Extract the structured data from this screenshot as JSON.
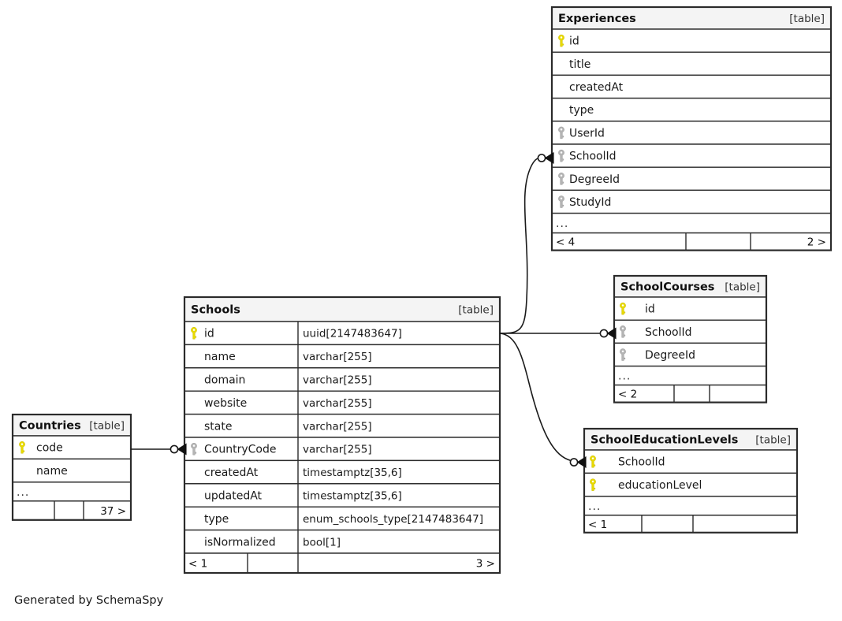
{
  "meta": {
    "generator_note": "Generated by SchemaSpy",
    "table_tag": "[table]",
    "ellipsis": "...",
    "pk_icon": "yellow-key-icon",
    "fk_icon": "gray-key-icon",
    "colors": {
      "primary_key": "#e8d900",
      "foreign_key": "#b4b4b4",
      "header_fill": "#f4f4f4",
      "border": "#2b2b2b",
      "edge": "#1a1a1a",
      "page_background": "#ffffff",
      "text": "#1a1a1a"
    }
  },
  "tables": [
    {
      "id": "experiences",
      "name": "Experiences",
      "tag": "[table]",
      "columns": [
        {
          "name": "id",
          "key": "primary",
          "type": ""
        },
        {
          "name": "title",
          "key": "none",
          "type": ""
        },
        {
          "name": "createdAt",
          "key": "none",
          "type": ""
        },
        {
          "name": "type",
          "key": "none",
          "type": ""
        },
        {
          "name": "UserId",
          "key": "foreign",
          "type": ""
        },
        {
          "name": "SchoolId",
          "key": "foreign",
          "type": ""
        },
        {
          "name": "DegreeId",
          "key": "foreign",
          "type": ""
        },
        {
          "name": "StudyId",
          "key": "foreign",
          "type": ""
        }
      ],
      "has_ellipsis_row": true,
      "footer": {
        "left": "< 4",
        "middle": "",
        "right": "2 >"
      }
    },
    {
      "id": "schools",
      "name": "Schools",
      "tag": "[table]",
      "columns": [
        {
          "name": "id",
          "key": "primary",
          "type": "uuid[2147483647]"
        },
        {
          "name": "name",
          "key": "none",
          "type": "varchar[255]"
        },
        {
          "name": "domain",
          "key": "none",
          "type": "varchar[255]"
        },
        {
          "name": "website",
          "key": "none",
          "type": "varchar[255]"
        },
        {
          "name": "state",
          "key": "none",
          "type": "varchar[255]"
        },
        {
          "name": "CountryCode",
          "key": "foreign",
          "type": "varchar[255]"
        },
        {
          "name": "createdAt",
          "key": "none",
          "type": "timestamptz[35,6]"
        },
        {
          "name": "updatedAt",
          "key": "none",
          "type": "timestamptz[35,6]"
        },
        {
          "name": "type",
          "key": "none",
          "type": "enum_schools_type[2147483647]"
        },
        {
          "name": "isNormalized",
          "key": "none",
          "type": "bool[1]"
        }
      ],
      "has_ellipsis_row": false,
      "footer": {
        "left": "< 1",
        "middle": "",
        "right": "3 >"
      }
    },
    {
      "id": "schoolcourses",
      "name": "SchoolCourses",
      "tag": "[table]",
      "columns": [
        {
          "name": "id",
          "key": "primary",
          "type": ""
        },
        {
          "name": "SchoolId",
          "key": "foreign",
          "type": ""
        },
        {
          "name": "DegreeId",
          "key": "foreign",
          "type": ""
        }
      ],
      "has_ellipsis_row": true,
      "footer": {
        "left": "< 2",
        "middle": "",
        "right": ""
      }
    },
    {
      "id": "schooleducationlevels",
      "name": "SchoolEducationLevels",
      "tag": "[table]",
      "columns": [
        {
          "name": "SchoolId",
          "key": "primary",
          "type": ""
        },
        {
          "name": "educationLevel",
          "key": "primary",
          "type": ""
        }
      ],
      "has_ellipsis_row": true,
      "footer": {
        "left": "< 1",
        "middle": "",
        "right": ""
      }
    },
    {
      "id": "countries",
      "name": "Countries",
      "tag": "[table]",
      "columns": [
        {
          "name": "code",
          "key": "primary",
          "type": ""
        },
        {
          "name": "name",
          "key": "none",
          "type": ""
        }
      ],
      "has_ellipsis_row": true,
      "footer": {
        "left": "",
        "middle": "",
        "right": "37 >"
      }
    }
  ],
  "relationships": [
    {
      "id": "schools-experiences",
      "from_table": "Schools",
      "from_column": "id",
      "to_table": "Experiences",
      "to_column": "SchoolId"
    },
    {
      "id": "schools-schoolcourses",
      "from_table": "Schools",
      "from_column": "id",
      "to_table": "SchoolCourses",
      "to_column": "SchoolId"
    },
    {
      "id": "schools-schooleducationlevels",
      "from_table": "Schools",
      "from_column": "id",
      "to_table": "SchoolEducationLevels",
      "to_column": "SchoolId"
    },
    {
      "id": "countries-schools",
      "from_table": "Countries",
      "from_column": "code",
      "to_table": "Schools",
      "to_column": "CountryCode"
    }
  ]
}
